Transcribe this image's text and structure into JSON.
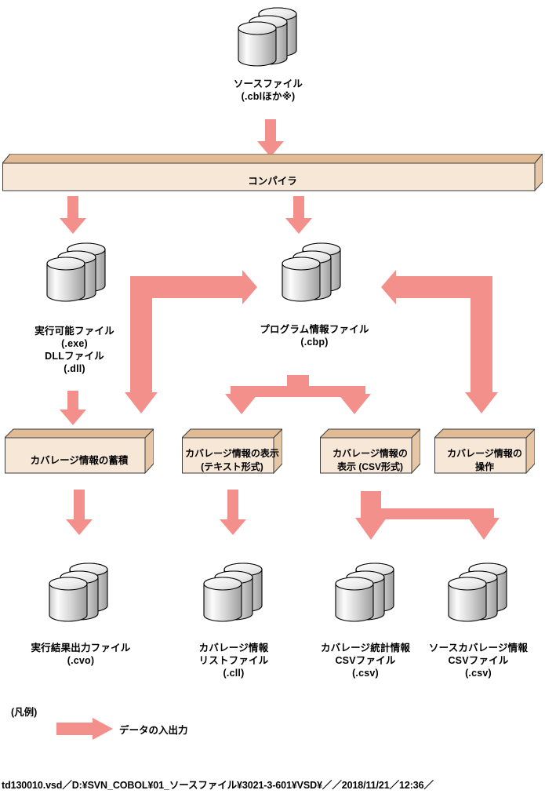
{
  "colors": {
    "arrow": "#f4908c",
    "box_fill": "#f7e7d7",
    "box_top": "#e0bb96",
    "box_side": "#e8cdb1",
    "box_stroke": "#3d3d3d",
    "cyl_light": "#ffffff",
    "cyl_dark": "#9a9a9a",
    "background": "#ffffff",
    "text": "#000000"
  },
  "diagram": {
    "title": "COBOL coverage tool data flow",
    "cylinders": [
      {
        "id": "source-file",
        "name": "source-file-cylinder",
        "label_lines": [
          "ソースファイル",
          "(.cblほか※)"
        ]
      },
      {
        "id": "executable-file",
        "name": "executable-file-cylinder",
        "label_lines": [
          "実行可能ファイル",
          "(.exe)",
          "DLLファイル",
          "(.dll)"
        ]
      },
      {
        "id": "program-info-file",
        "name": "program-info-file-cylinder",
        "label_lines": [
          "プログラム情報ファイル",
          "(.cbp)"
        ]
      },
      {
        "id": "exec-result-output-file",
        "name": "exec-result-output-file-cylinder",
        "label_lines": [
          "実行結果出力ファイル",
          "(.cvo)"
        ]
      },
      {
        "id": "coverage-list-file",
        "name": "coverage-list-file-cylinder",
        "label_lines": [
          "カバレージ情報",
          "リストファイル",
          "(.cll)"
        ]
      },
      {
        "id": "coverage-stats-csv",
        "name": "coverage-stats-csv-cylinder",
        "label_lines": [
          "カバレージ統計情報",
          "CSVファイル",
          "(.csv)"
        ]
      },
      {
        "id": "source-coverage-csv",
        "name": "source-coverage-csv-cylinder",
        "label_lines": [
          "ソースカバレージ情報",
          "CSVファイル",
          "(.csv)"
        ]
      }
    ],
    "processes": [
      {
        "id": "compiler",
        "name": "compiler-box",
        "lines": [
          "コンパイラ"
        ]
      },
      {
        "id": "coverage-accumulate",
        "name": "coverage-accumulate-box",
        "lines": [
          "カバレージ情報の蓄積"
        ]
      },
      {
        "id": "coverage-display-text",
        "name": "coverage-display-text-box",
        "lines": [
          "カバレージ情報の表示",
          "(テキスト形式)"
        ]
      },
      {
        "id": "coverage-display-csv",
        "name": "coverage-display-csv-box",
        "lines": [
          "カバレージ情報の",
          "表示 (CSV形式)"
        ]
      },
      {
        "id": "coverage-operate",
        "name": "coverage-operate-box",
        "lines": [
          "カバレージ情報の",
          "操作"
        ]
      }
    ]
  },
  "legend": {
    "title": "(凡例)",
    "entries": [
      {
        "symbol": "arrow-right",
        "text": "データの入出力"
      }
    ]
  },
  "footer": {
    "text": "td130010.vsd／D:¥SVN_COBOL¥01_ソースファイル¥3021-3-601¥VSD¥／／2018/11/21／12:36／"
  }
}
